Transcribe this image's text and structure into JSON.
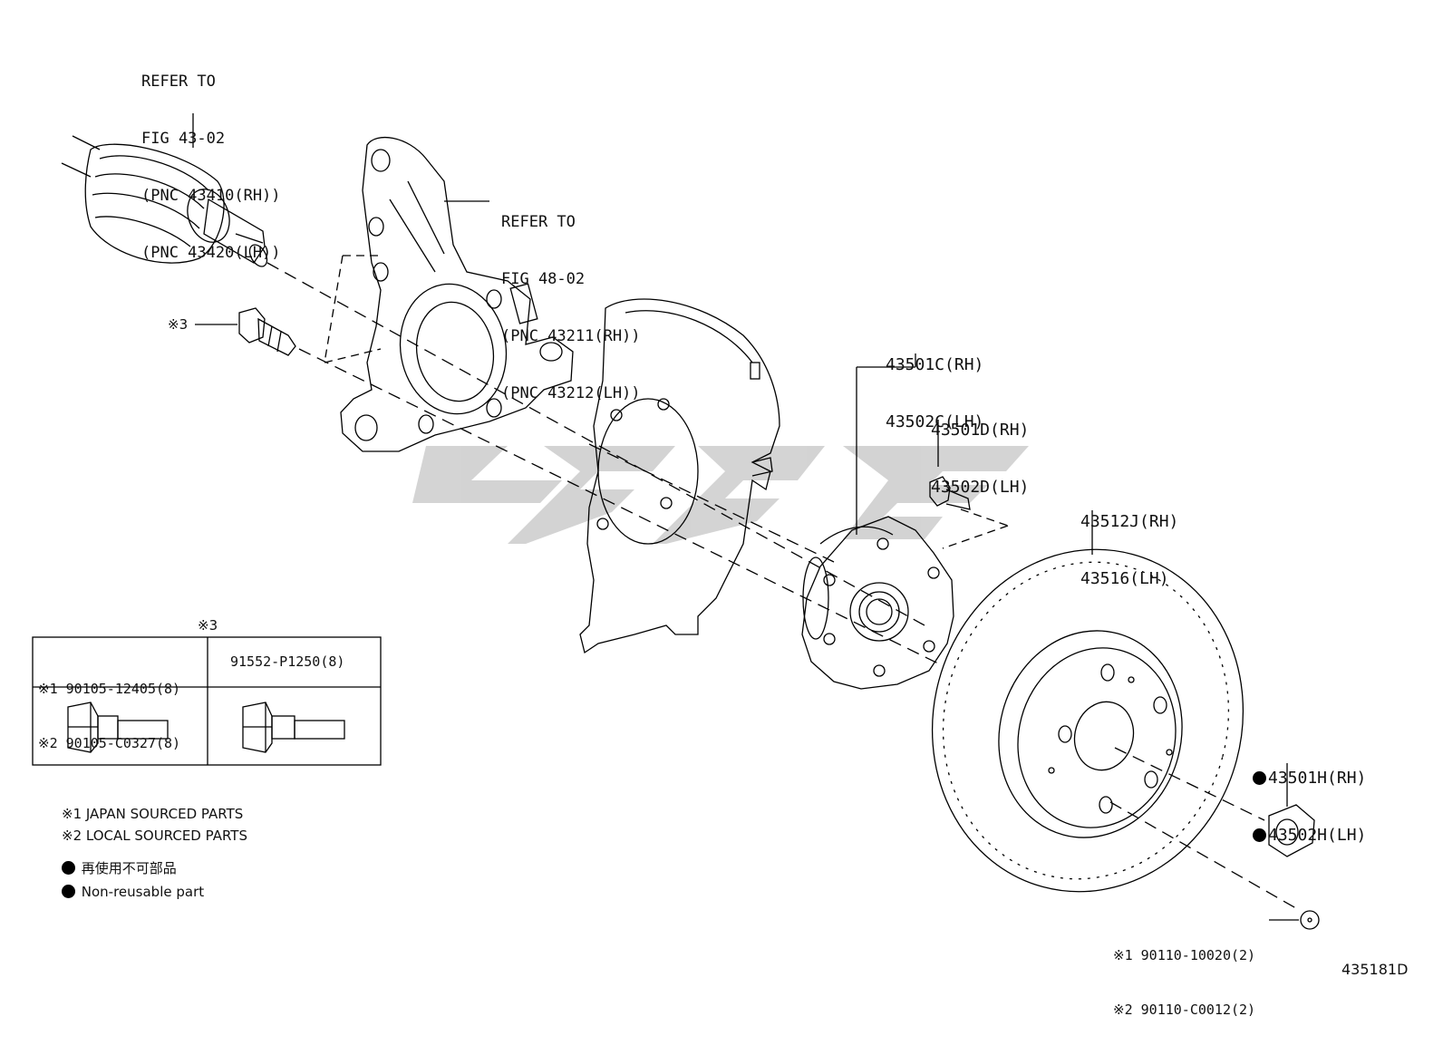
{
  "callouts": {
    "drive_shaft": [
      "REFER TO",
      "FIG 43-02",
      "(PNC 43410(RH))",
      "(PNC 43420(LH))"
    ],
    "knuckle": [
      "REFER TO",
      "FIG 48-02",
      "(PNC 43211(RH))",
      "(PNC 43212(LH))"
    ],
    "note3_bolt": "※3",
    "hub_assembly": [
      "43501C(RH)",
      "43502C(LH)"
    ],
    "hub_bolt": [
      "43501D(RH)",
      "43502D(LH)"
    ],
    "disc": [
      "43512J(RH)",
      "43516(LH)"
    ],
    "nut": [
      "43501H(RH)",
      "43502H(LH)"
    ],
    "screw": [
      "※1 90110-10020(2)",
      "※2 90110-C0012(2)"
    ]
  },
  "bolt_table": {
    "title": "※3",
    "left_header": [
      "※1 90105-12405(8)",
      "※2 90105-C0327(8)"
    ],
    "right_header": "91552-P1250(8)"
  },
  "notes": {
    "note1": "※1 JAPAN SOURCED PARTS",
    "note2": "※2 LOCAL SOURCED PARTS",
    "legend_jp": "再使用不可部品",
    "legend_en": "Non-reusable part"
  },
  "figure_id": "435181D"
}
